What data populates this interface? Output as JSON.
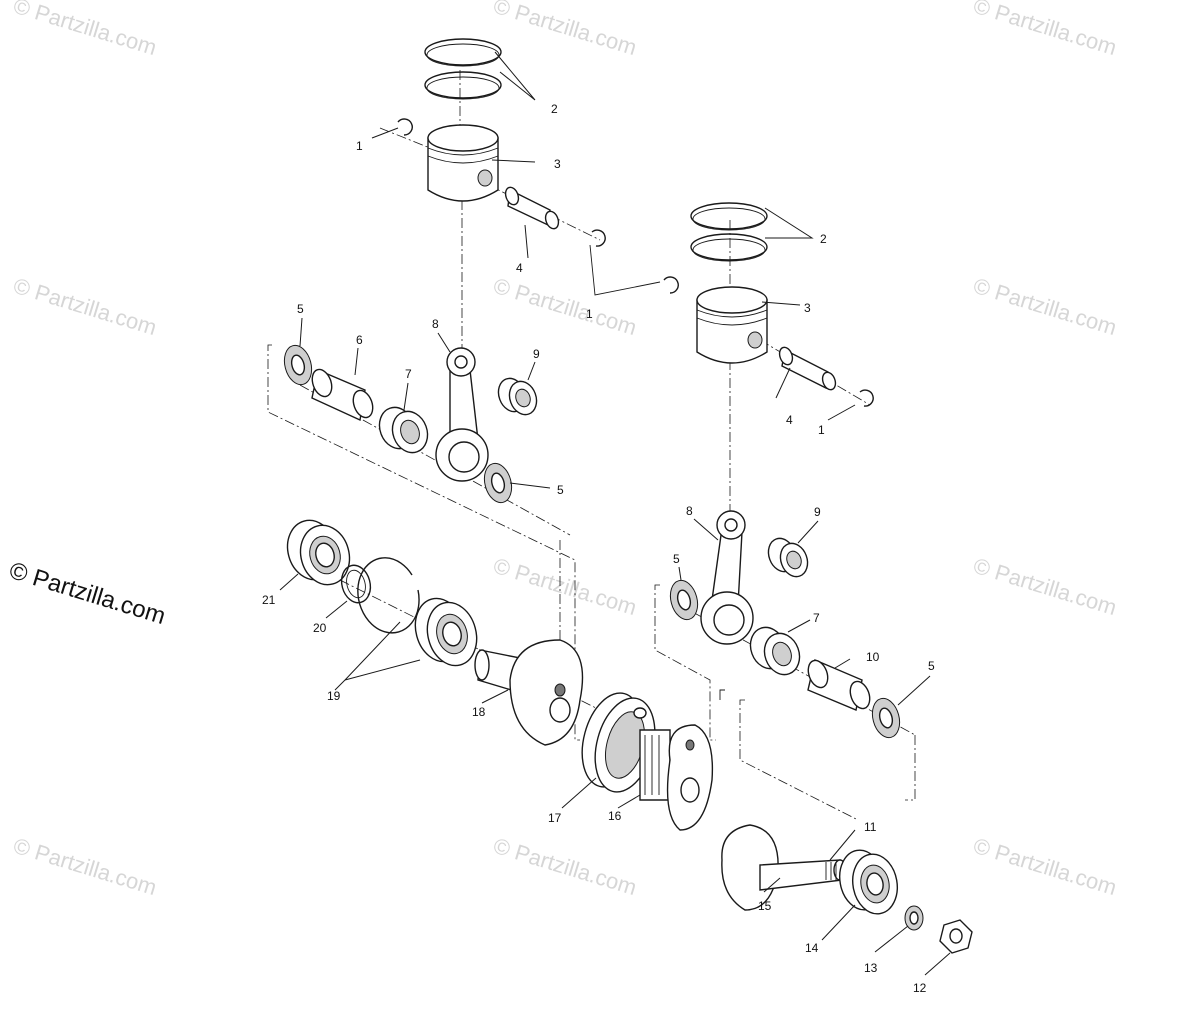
{
  "watermark_text": "© Partzilla.com",
  "copyright_text": "© Partzilla.com",
  "callouts": [
    {
      "id": "1a",
      "text": "1"
    },
    {
      "id": "2a",
      "text": "2"
    },
    {
      "id": "3a",
      "text": "3"
    },
    {
      "id": "4a",
      "text": "4"
    },
    {
      "id": "1b",
      "text": "1"
    },
    {
      "id": "2b",
      "text": "2"
    },
    {
      "id": "3b",
      "text": "3"
    },
    {
      "id": "4b",
      "text": "4"
    },
    {
      "id": "1c",
      "text": "1"
    },
    {
      "id": "5a",
      "text": "5"
    },
    {
      "id": "6",
      "text": "6"
    },
    {
      "id": "7a",
      "text": "7"
    },
    {
      "id": "8a",
      "text": "8"
    },
    {
      "id": "9a",
      "text": "9"
    },
    {
      "id": "5b",
      "text": "5"
    },
    {
      "id": "8b",
      "text": "8"
    },
    {
      "id": "9b",
      "text": "9"
    },
    {
      "id": "5c",
      "text": "5"
    },
    {
      "id": "7b",
      "text": "7"
    },
    {
      "id": "10",
      "text": "10"
    },
    {
      "id": "5d",
      "text": "5"
    },
    {
      "id": "21",
      "text": "21"
    },
    {
      "id": "20",
      "text": "20"
    },
    {
      "id": "19",
      "text": "19"
    },
    {
      "id": "18",
      "text": "18"
    },
    {
      "id": "17",
      "text": "17"
    },
    {
      "id": "16",
      "text": "16"
    },
    {
      "id": "11",
      "text": "11"
    },
    {
      "id": "15",
      "text": "15"
    },
    {
      "id": "14",
      "text": "14"
    },
    {
      "id": "13",
      "text": "13"
    },
    {
      "id": "12",
      "text": "12"
    }
  ]
}
